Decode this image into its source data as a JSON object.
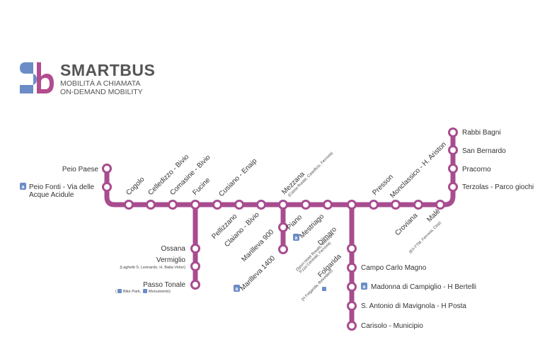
{
  "brand": {
    "name": "SMARTBUS",
    "tagline_1": "MOBILITÀ A CHIAMATA",
    "tagline_2": "ON-DEMAND MOBILITY",
    "colors": {
      "blue": "#6b8cc7",
      "magenta": "#b24d8e"
    }
  },
  "line_color": "#a84c8f",
  "stops": {
    "peio_paese": "Peio Paese",
    "peio_fonti_1": "Peio Fonti - Via delle",
    "peio_fonti_2": "Acque Acidule",
    "cogolo": "Cogolo",
    "celledizzo": "Celledizzo - Bivio",
    "comasine": "Comasine - Bivio",
    "fucine": "Fucine",
    "cusiano": "Cusiano - Enaip",
    "mezzana": "Mezzana",
    "mezzana_sub": "(Cassa Rurale, Caseificio, Ferrovia)",
    "presson": "Presson",
    "monclassico": "Monclassico - H. Ariston",
    "rabbi_bagni": "Rabbi Bagni",
    "san_bernardo": "San Bernardo",
    "pracorno": "Pracorno",
    "terzolas": "Terzolas - Parco giochi",
    "pellizzano": "Pellizzano",
    "claiano": "Claiano - Bivio",
    "marilleva_900": "Marilleva 900",
    "marilleva_1400": "Marilleva 1400",
    "piano": "Piano",
    "mestriago": "Mestriago",
    "dimaro": "Dimaro",
    "dimaro_sub_1": "(Sport Hotel Rosatti, Municipio,",
    "dimaro_sub_2": "P.zza Centrale, Ferrovia)",
    "folgarida": "Folgarida",
    "folgarida_sub": "(H Folgarida, Belvedere)",
    "croviana": "Croviana",
    "male": "Malé",
    "male_sub": "(EX FTM, Ferrovia, Clop)",
    "ossana": "Ossana",
    "vermiglio": "Vermiglio",
    "vermiglio_sub": "(Laghetti S. Leonardo, H. Baita Velon)",
    "passo_tonale": "Passo Tonale",
    "passo_tonale_sub_1": "Bike Park,",
    "passo_tonale_sub_2": "Monumento)",
    "campo_carlo_magno": "Campo Carlo Magno",
    "madonna": "Madonna di Campiglio - H Bertelli",
    "s_antonio": "S. Antonio di Mavignola - H Posta",
    "carisolo": "Carisolo - Municipio"
  }
}
